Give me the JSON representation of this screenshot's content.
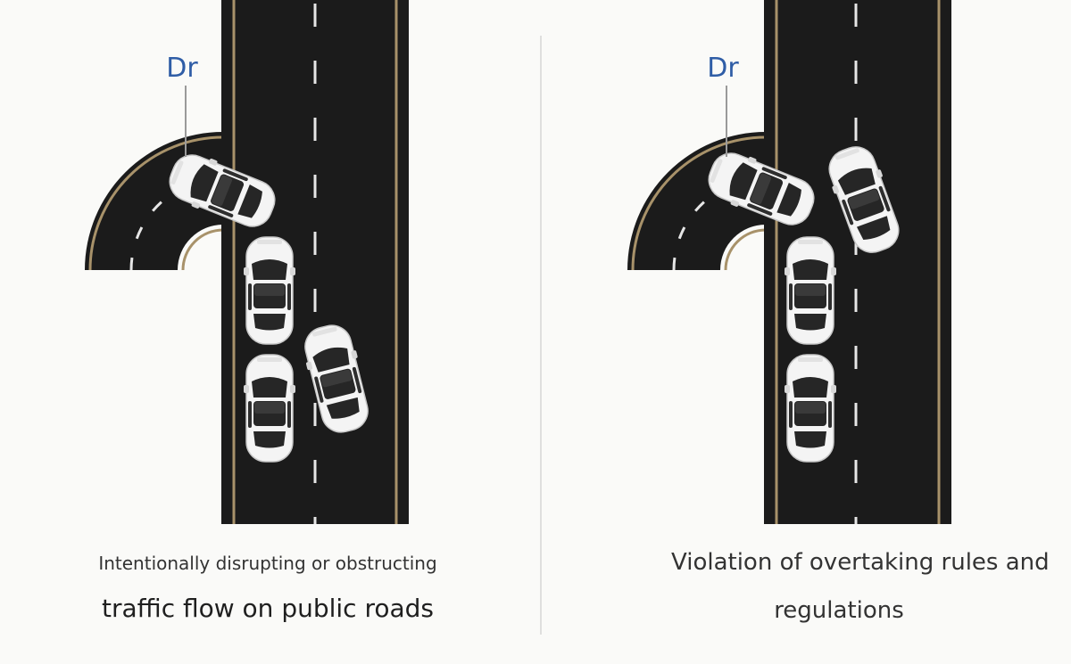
{
  "colors": {
    "background": "#fafaf8",
    "road": "#1b1b1b",
    "edge_line": "#a8926a",
    "lane_dash": "#e6e6e6",
    "car_body": "#f4f4f4",
    "car_glass": "#262626",
    "label_blue": "#2f5da6",
    "divider": "#d6d6d6"
  },
  "left_panel": {
    "marker_label": "Dr",
    "caption_line1": "Intentionally disrupting or obstructing",
    "caption_line2": "traffic flow on public roads"
  },
  "right_panel": {
    "marker_label": "Dr",
    "caption_line1": "Violation of overtaking rules and",
    "caption_line2": "regulations"
  }
}
